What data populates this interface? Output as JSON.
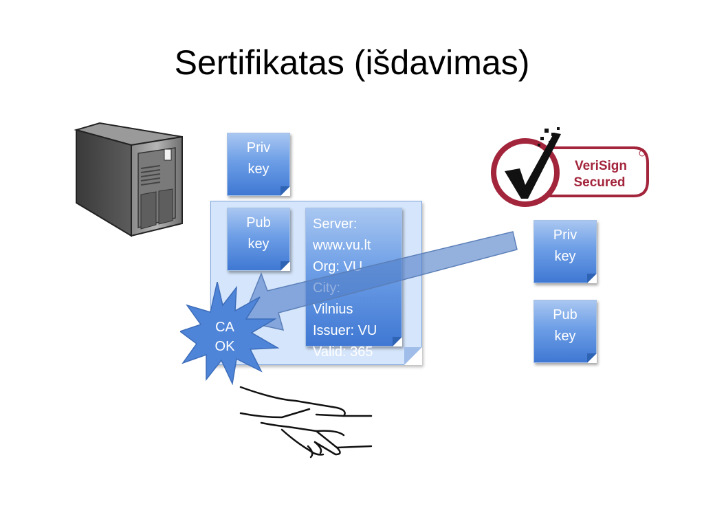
{
  "slide": {
    "title": "Sertifikatas (išdavimas)"
  },
  "server": {
    "icon": "server-tower-icon",
    "priv_key": "Priv\nkey",
    "pub_key": "Pub\nkey",
    "certificate": {
      "details": "Server:\nwww.vu.lt\nOrg: VU\nCity:\nVilnius\nIssuer: VU\nValid: 365"
    }
  },
  "ca": {
    "logo": {
      "icon": "verisign-secured-logo",
      "line1": "VeriSign",
      "line2": "Secured"
    },
    "priv_key": "Priv\nkey",
    "pub_key": "Pub\nkey",
    "stamp": "CA\nOK"
  },
  "handshake": {
    "icon": "handshake-icon"
  },
  "colors": {
    "note_top": "#a9c7f1",
    "note_bottom": "#3f78d3",
    "verisign_red": "#a3253c",
    "stamp": "#4f85d8"
  }
}
